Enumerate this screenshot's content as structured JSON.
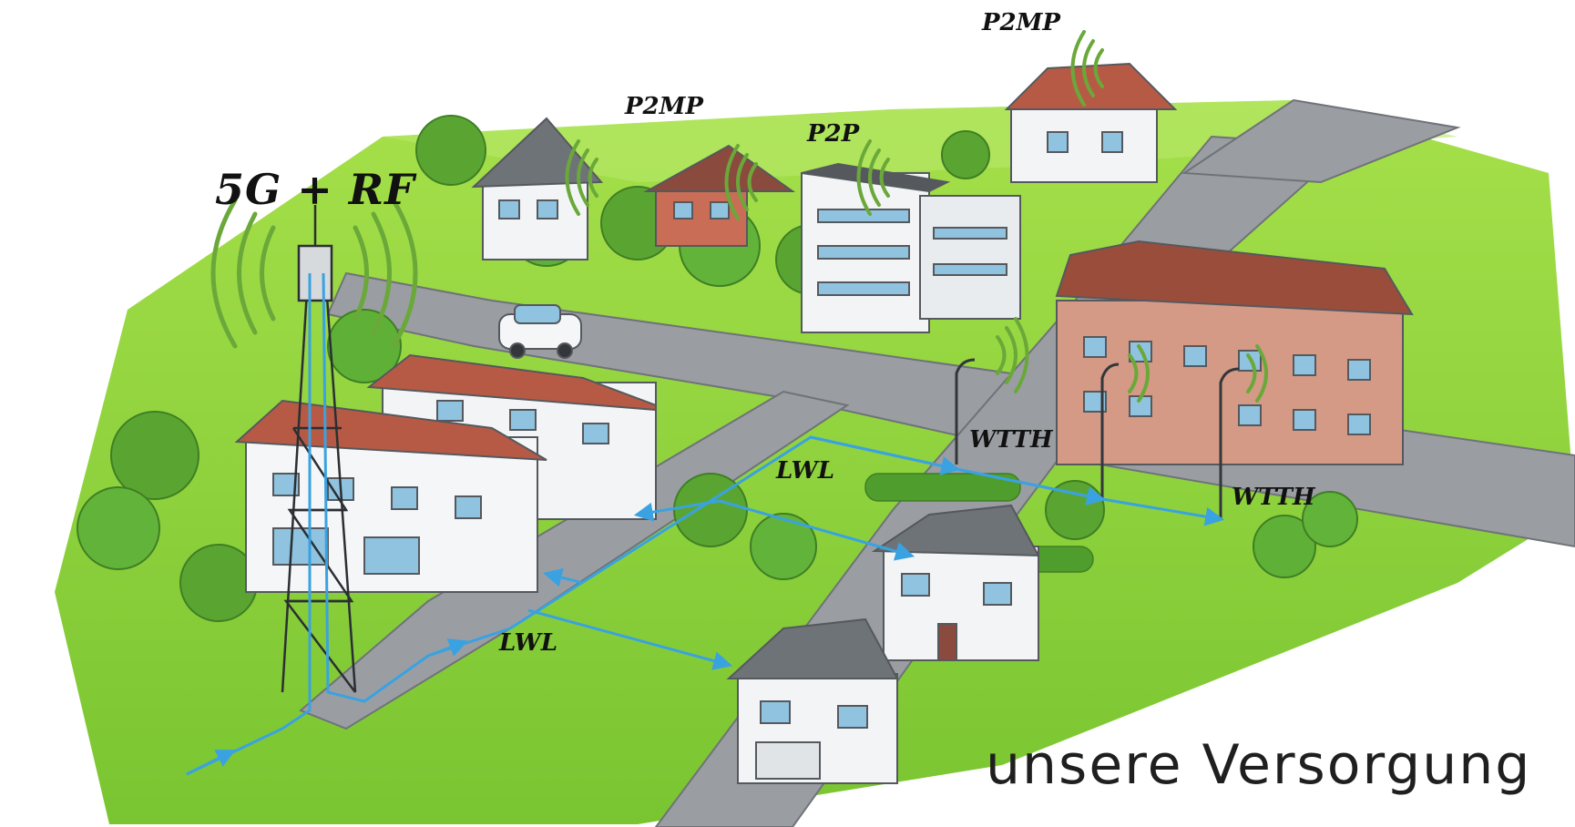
{
  "labels": {
    "tower": "5G + RF",
    "p2mp_top": "P2MP",
    "p2mp_mid": "P2MP",
    "p2p": "P2P",
    "wtth_1": "WTTH",
    "wtth_2": "WTTH",
    "lwl_1": "LWL",
    "lwl_2": "LWL"
  },
  "caption": "unsere Versorgung",
  "colors": {
    "grass": "#8fd43a",
    "grass_dark": "#5fb02a",
    "road": "#9a9ea3",
    "fiber": "#3aa2e0",
    "signal": "#6aa83a",
    "roof": "#b75a45",
    "roof_grey": "#6e7378",
    "wall": "#f2f4f6",
    "wall_brick": "#d49a86",
    "window": "#8fc3e0",
    "tree": "#5aa532"
  }
}
